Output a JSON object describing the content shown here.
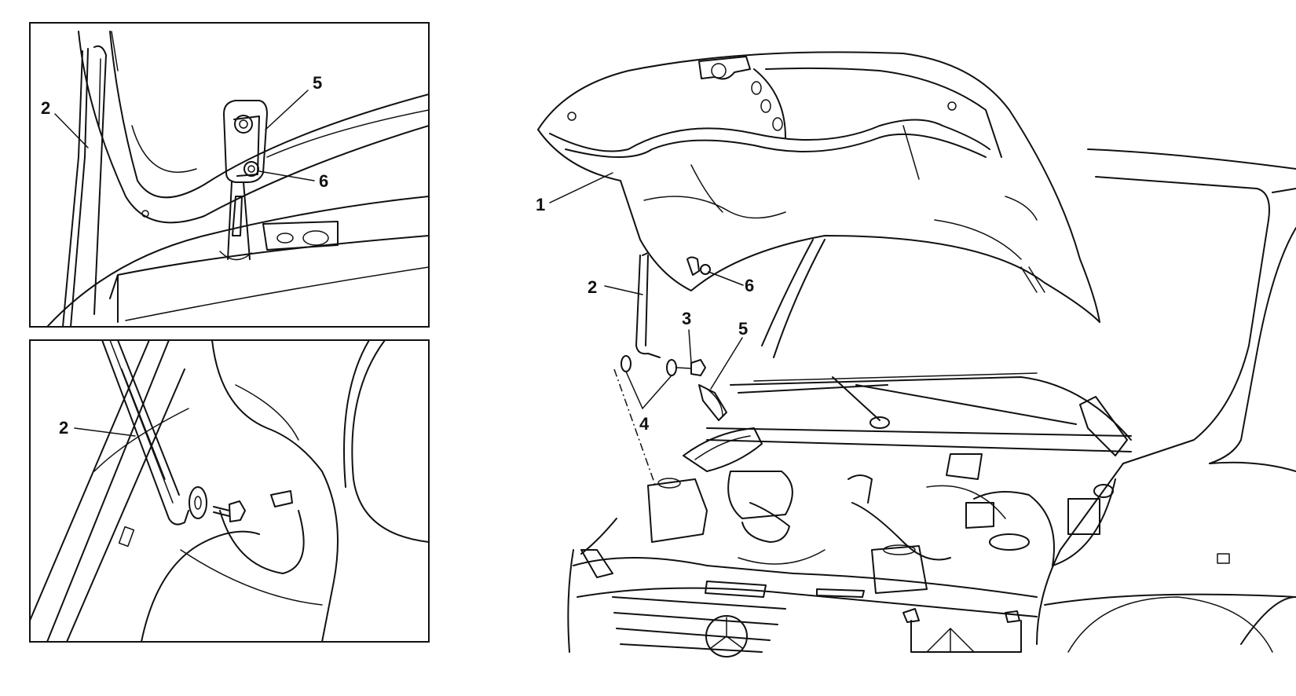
{
  "diagram": {
    "top_inset": {
      "labels": {
        "strut": "2",
        "hinge": "5",
        "nut": "6"
      }
    },
    "bottom_inset": {
      "labels": {
        "strut": "2"
      }
    },
    "main_view": {
      "labels": {
        "hood": "1",
        "strut": "2",
        "bolt": "3",
        "washers": "4",
        "hinge": "5",
        "nut": "6"
      }
    }
  }
}
